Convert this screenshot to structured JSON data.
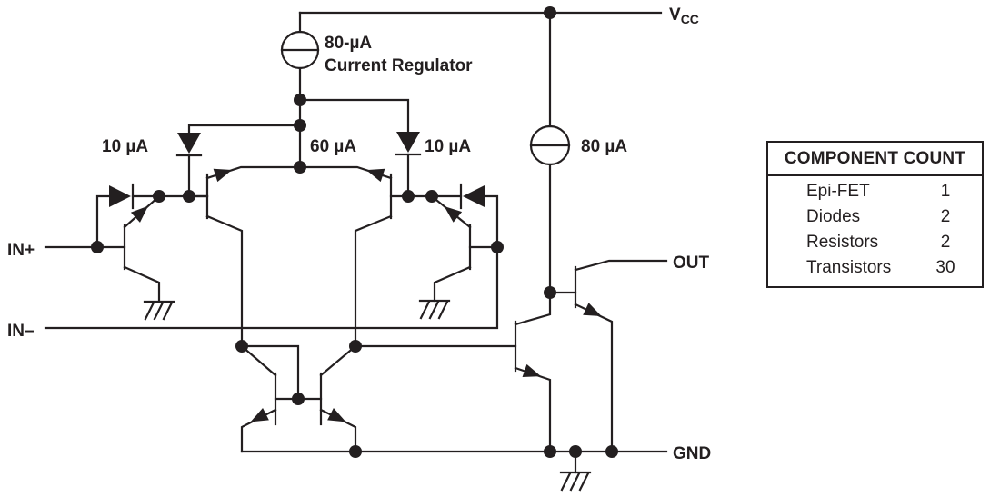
{
  "colors": {
    "ink": "#231F20",
    "background": "#FFFFFF"
  },
  "schematic": {
    "pins": {
      "vcc_main": "V",
      "vcc_sub": "CC",
      "in_plus": "IN+",
      "in_minus": "IN–",
      "out": "OUT",
      "gnd": "GND"
    },
    "annotations": {
      "regulator_value": "80-µA",
      "regulator_name": "Current Regulator",
      "left_mirror_current": "10 µA",
      "tail_current": "60 µA",
      "right_mirror_current": "10 µA",
      "output_stage_current": "80 µA"
    }
  },
  "component_count": {
    "title": "COMPONENT COUNT",
    "rows": [
      {
        "name": "Epi-FET",
        "count": "1"
      },
      {
        "name": "Diodes",
        "count": "2"
      },
      {
        "name": "Resistors",
        "count": "2"
      },
      {
        "name": "Transistors",
        "count": "30"
      }
    ]
  }
}
